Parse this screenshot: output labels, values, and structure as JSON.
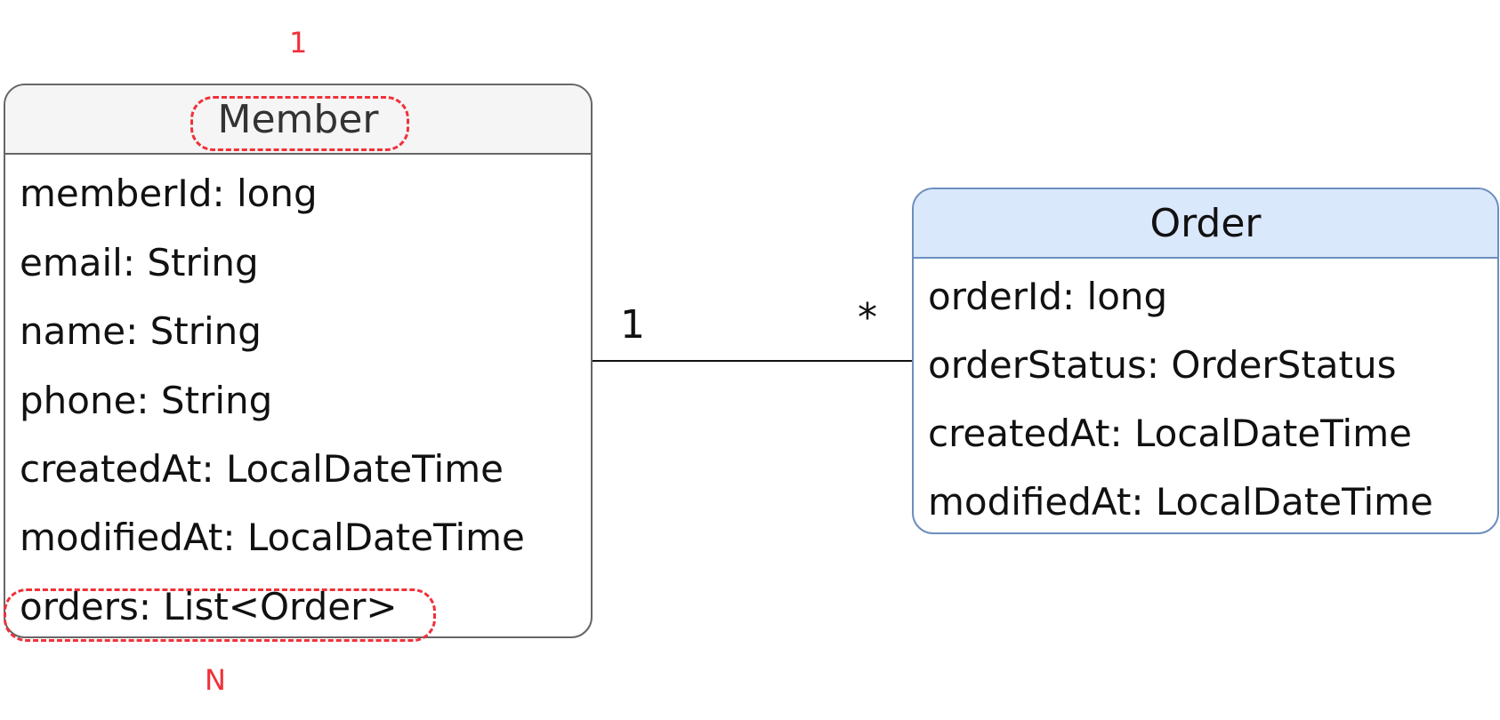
{
  "member": {
    "title": "Member",
    "attributes": [
      "memberId: long",
      "email: String",
      "name: String",
      "phone: String",
      "createdAt: LocalDateTime",
      "modifiedAt: LocalDateTime",
      "orders: List<Order>"
    ]
  },
  "order": {
    "title": "Order",
    "attributes": [
      "orderId: long",
      "orderStatus: OrderStatus",
      "createdAt: LocalDateTime",
      "modifiedAt: LocalDateTime"
    ]
  },
  "association": {
    "member_multiplicity": "1",
    "order_multiplicity": "*"
  },
  "annotations": {
    "member_note": "1",
    "orders_note": "N"
  },
  "colors": {
    "member_border": "#666666",
    "member_header": "#f5f5f5",
    "order_border": "#6c8ebf",
    "order_header": "#dae8fc",
    "highlight": "#f0313a",
    "line": "#111111"
  }
}
